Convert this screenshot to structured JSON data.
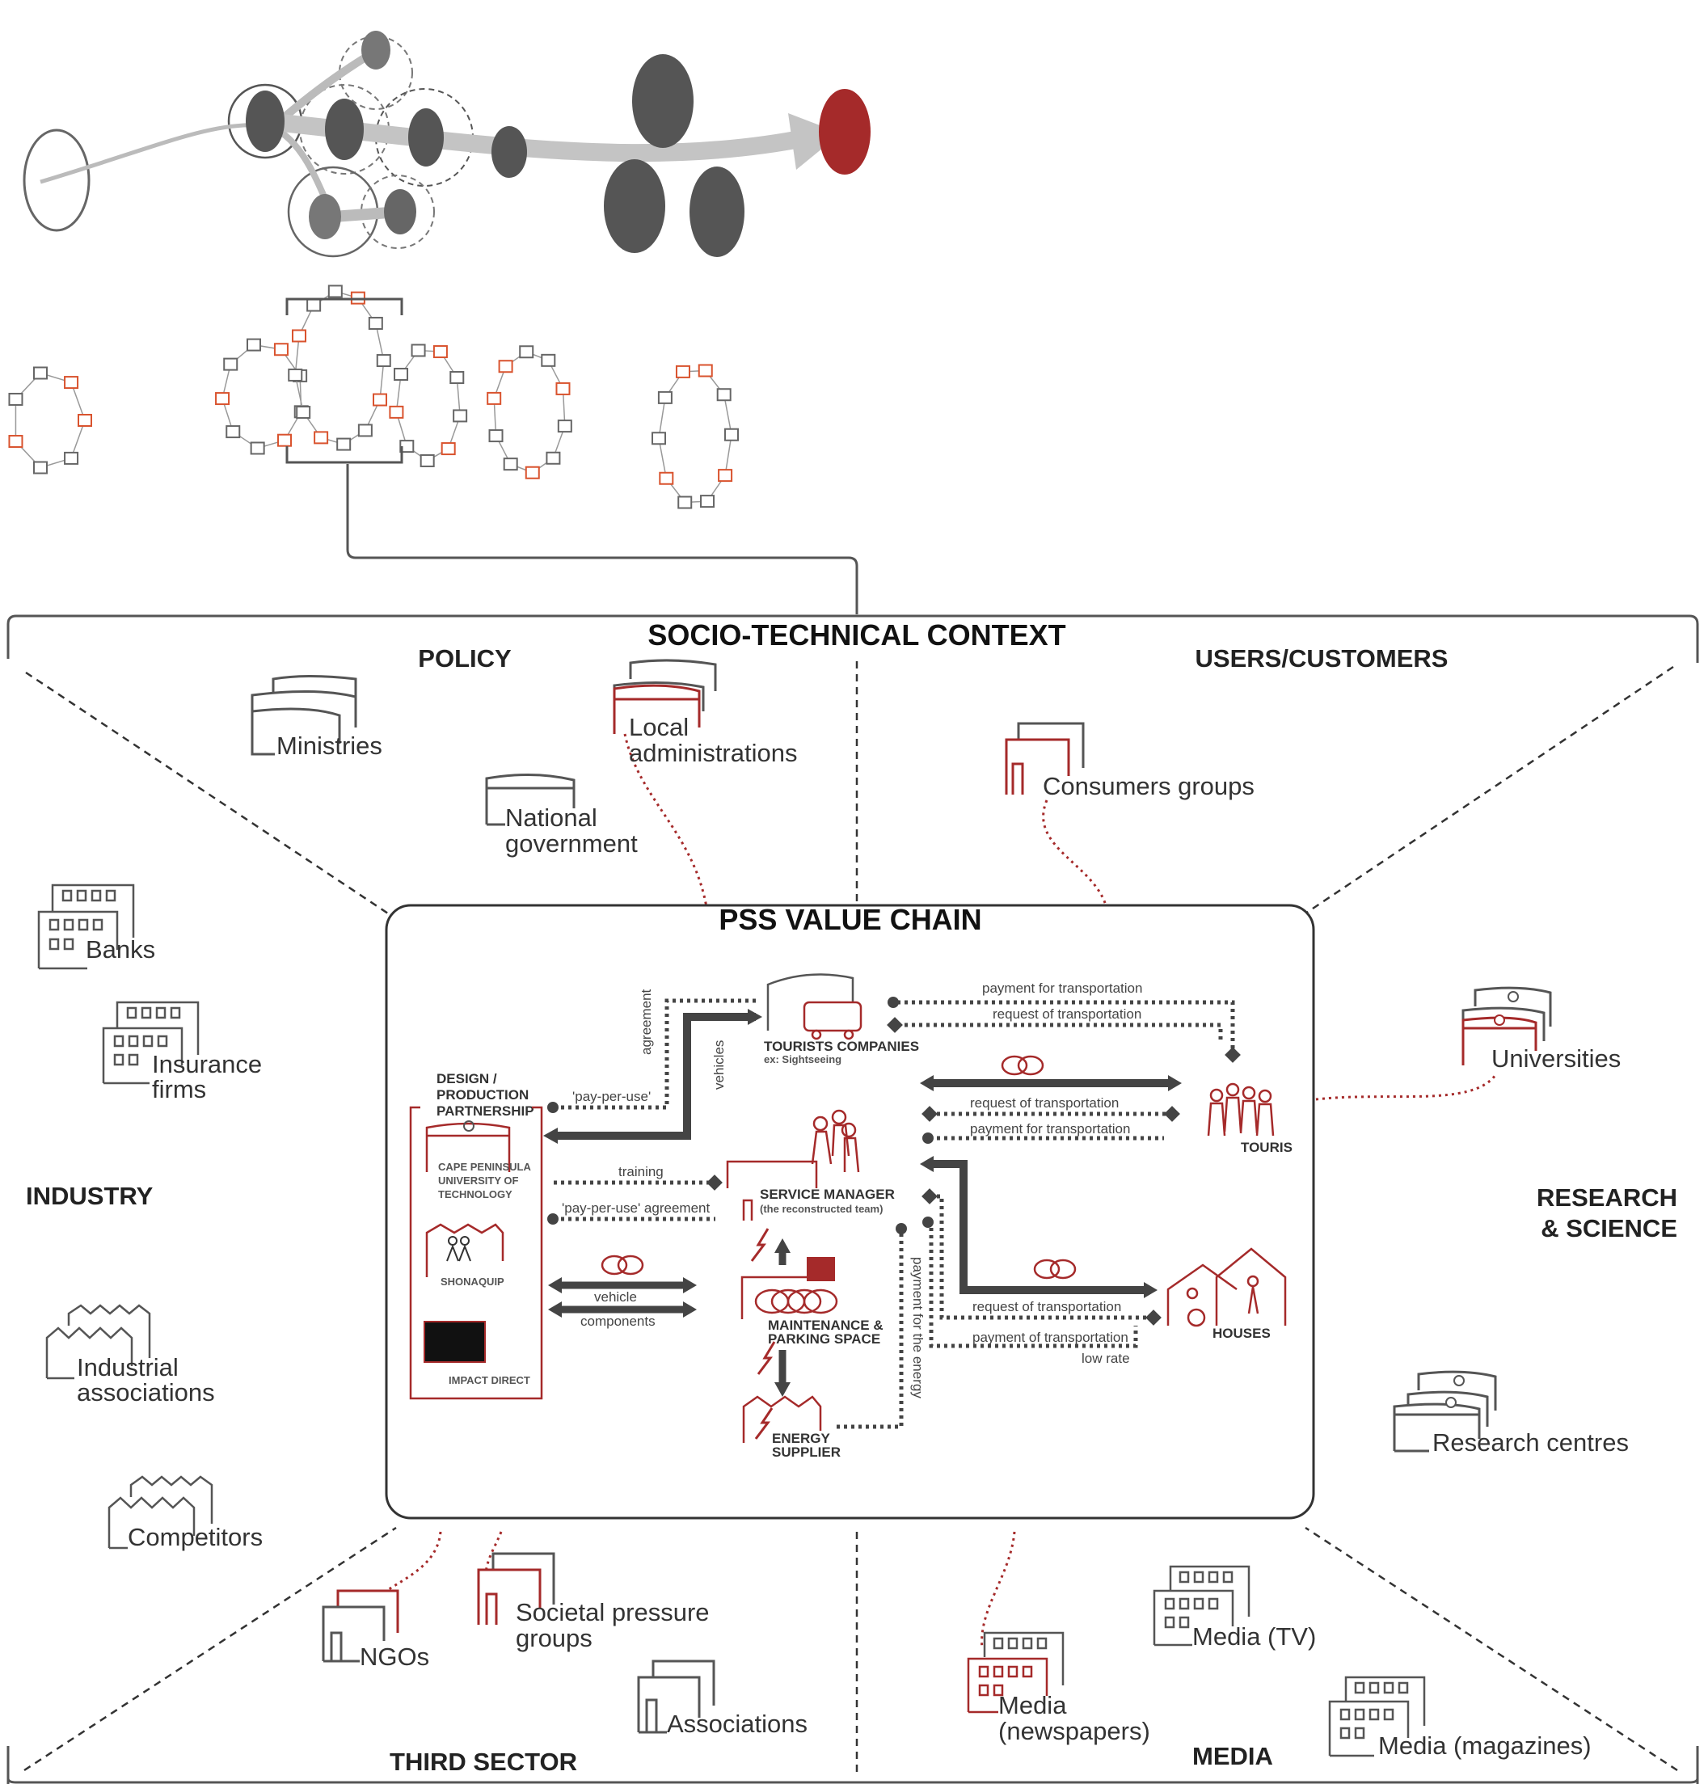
{
  "diagram": {
    "title": "SOCIO-TECHNICAL CONTEXT",
    "sectors": {
      "policy": "POLICY",
      "users": "USERS/CUSTOMERS",
      "industry": "INDUSTRY",
      "research_line1": "RESEARCH",
      "research_line2": "& SCIENCE",
      "third_sector": "THIRD SECTOR",
      "media": "MEDIA"
    },
    "actors": {
      "ministries": "Ministries",
      "local_admin_1": "Local",
      "local_admin_2": "administrations",
      "national_gov_1": "National",
      "national_gov_2": "government",
      "consumers": "Consumers groups",
      "banks": "Banks",
      "insurance_1": "Insurance",
      "insurance_2": "firms",
      "industrial_assoc_1": "Industrial",
      "industrial_assoc_2": "associations",
      "competitors": "Competitors",
      "universities": "Universities",
      "research_centres": "Research centres",
      "ngos": "NGOs",
      "societal_1": "Societal pressure",
      "societal_2": "groups",
      "associations": "Associations",
      "media_news_1": "Media",
      "media_news_2": "(newspapers)",
      "media_tv": "Media (TV)",
      "media_magazines": "Media (magazines)"
    },
    "colors": {
      "accent_red": "#a52a2a",
      "dark_grey": "#555555",
      "line": "#777777"
    }
  },
  "pss": {
    "title": "PSS VALUE CHAIN",
    "design_1": "DESIGN /",
    "design_2": "PRODUCTION",
    "design_3": "PARTNERSHIP",
    "cput_1": "CAPE PENINSULA",
    "cput_2": "UNIVERSITY OF",
    "cput_3": "TECHNOLOGY",
    "shonaquip": "SHONAQUIP",
    "impact_direct": "IMPACT DIRECT",
    "tourists_companies": "TOURISTS COMPANIES",
    "sightseeing": "ex: Sightseeing",
    "service_manager": "SERVICE MANAGER",
    "reconstructed_team": "(the reconstructed team)",
    "maintenance_1": "MAINTENANCE &",
    "maintenance_2": "PARKING SPACE",
    "energy_1": "ENERGY",
    "energy_2": "SUPPLIER",
    "touris": "TOURIS",
    "houses": "HOUSES",
    "flows": {
      "agreement": "agreement",
      "vehicles": "vehicles",
      "pay_per_use": "'pay-per-use'",
      "training": "training",
      "ppu_agreement": "'pay-per-use' agreement",
      "vehicle": "vehicle",
      "components": "components",
      "payment_for_transportation": "payment for transportation",
      "request_of_transportation": "request of transportation",
      "payment_of_transportation": "payment of transportation",
      "low_rate": "low rate",
      "payment_for_energy": "payment for the energy"
    }
  }
}
